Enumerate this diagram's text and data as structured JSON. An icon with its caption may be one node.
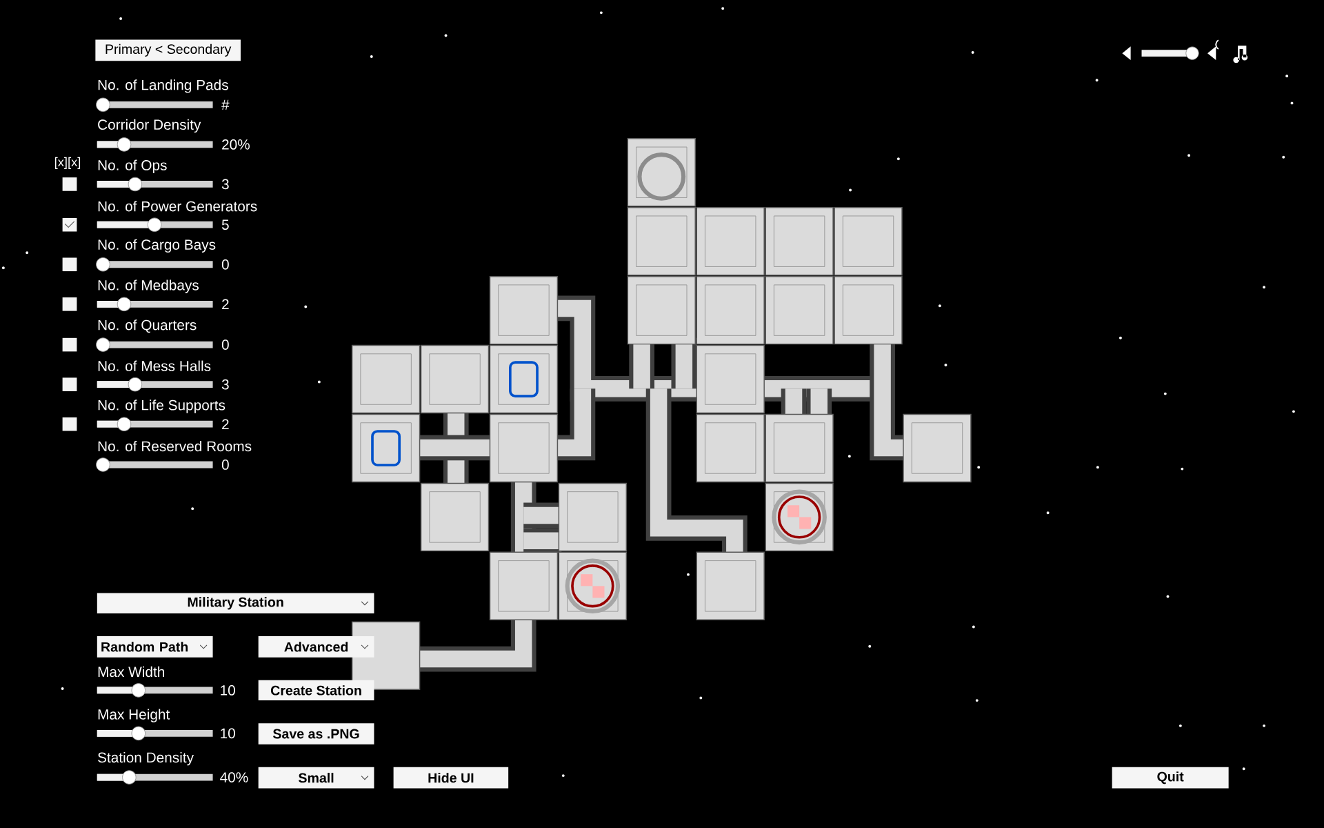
{
  "diagram": {
    "nodes": [
      {
        "text": [
          "Primary < Secondary"
        ]
      },
      {
        "text": [
          "Military Station"
        ]
      },
      {
        "text": [
          "Random Path"
        ]
      },
      {
        "text": [
          "Advanced"
        ]
      },
      {
        "text": [
          "Create Station"
        ]
      },
      {
        "text": [
          "Save as .PNG"
        ]
      },
      {
        "text": [
          "Small"
        ]
      },
      {
        "text": [
          "Hide UI"
        ]
      },
      {
        "text": [
          "Quit"
        ]
      }
    ],
    "edges": [],
    "labels": [
      "No. of Landing Pads",
      "#",
      "Corridor Density",
      "20%",
      "[x][x]",
      "No. of Ops",
      "3",
      "No. of Power Generators",
      "5",
      "No. of Cargo Bays",
      "0",
      "No. of Medbays",
      "2",
      "No. of Quarters",
      "0",
      "No. of Mess Halls",
      "3",
      "No. of Life Supports",
      "2",
      "No. of Reserved Rooms",
      "0",
      "Max Width",
      "10",
      "Max Height",
      "10",
      "Station Density",
      "40%"
    ]
  }
}
